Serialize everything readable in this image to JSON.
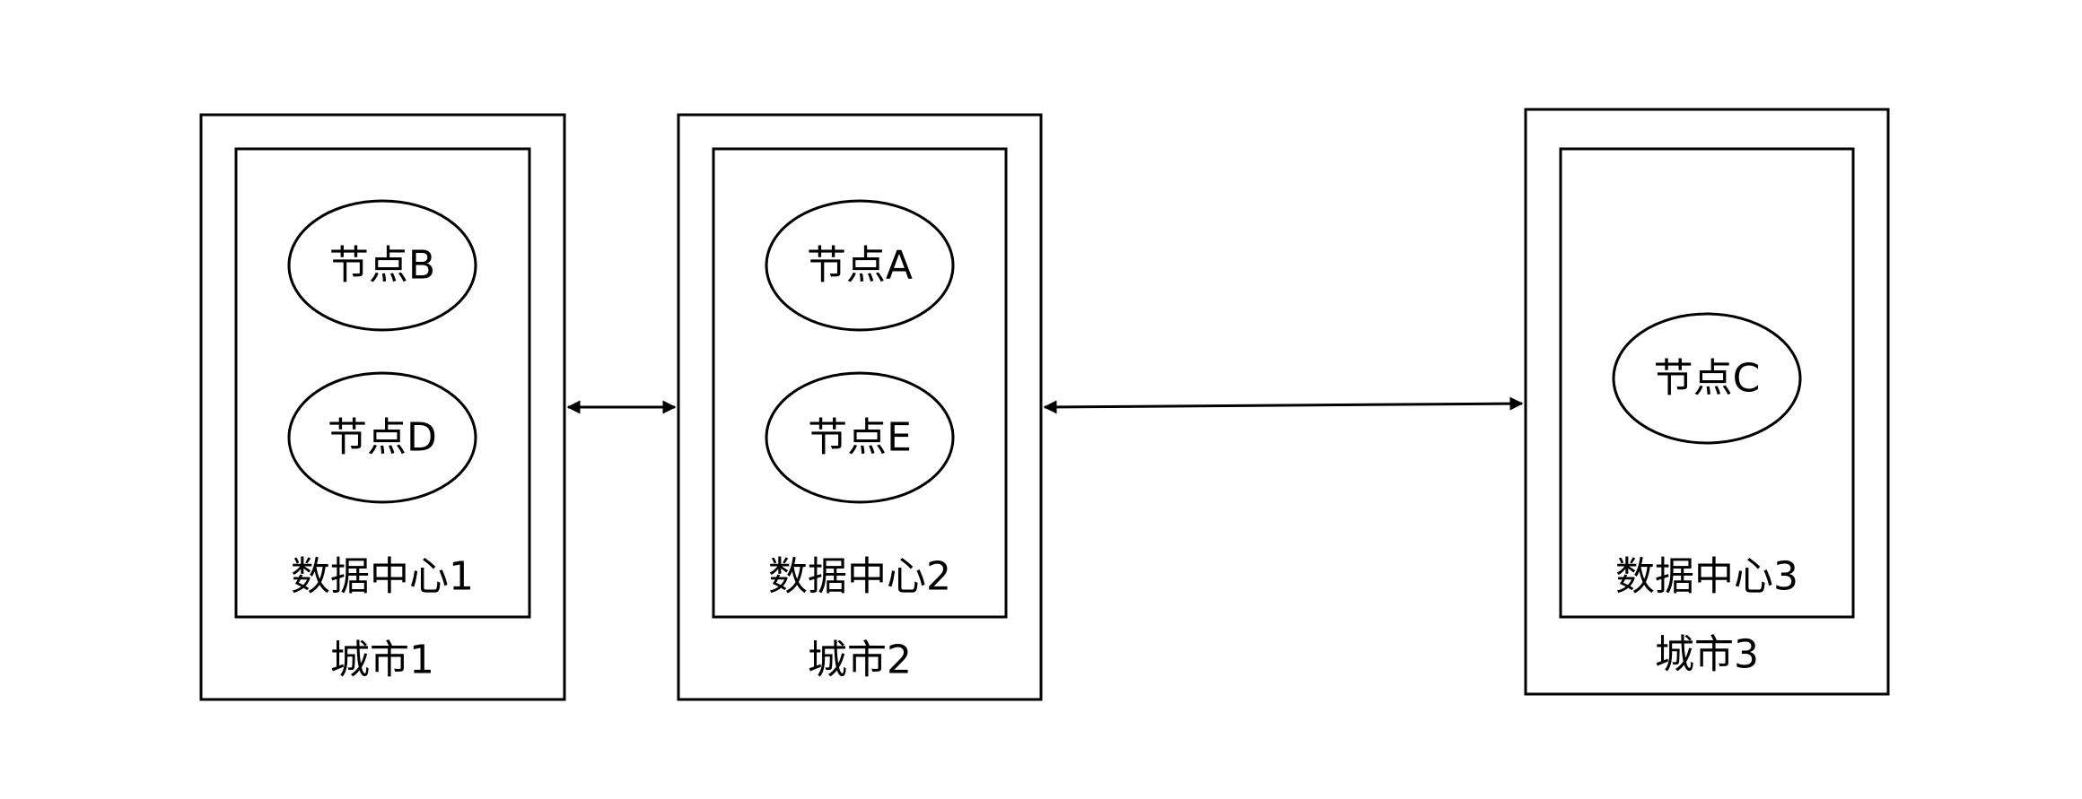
{
  "cities": [
    {
      "label": "城市1",
      "datacenter": {
        "label": "数据中心1",
        "nodes": [
          "节点B",
          "节点D"
        ]
      }
    },
    {
      "label": "城市2",
      "datacenter": {
        "label": "数据中心2",
        "nodes": [
          "节点A",
          "节点E"
        ]
      }
    },
    {
      "label": "城市3",
      "datacenter": {
        "label": "数据中心3",
        "nodes": [
          "节点C"
        ]
      }
    }
  ],
  "links": [
    {
      "from": "城市1",
      "to": "城市2",
      "bidirectional": true
    },
    {
      "from": "城市2",
      "to": "城市3",
      "bidirectional": true
    }
  ]
}
